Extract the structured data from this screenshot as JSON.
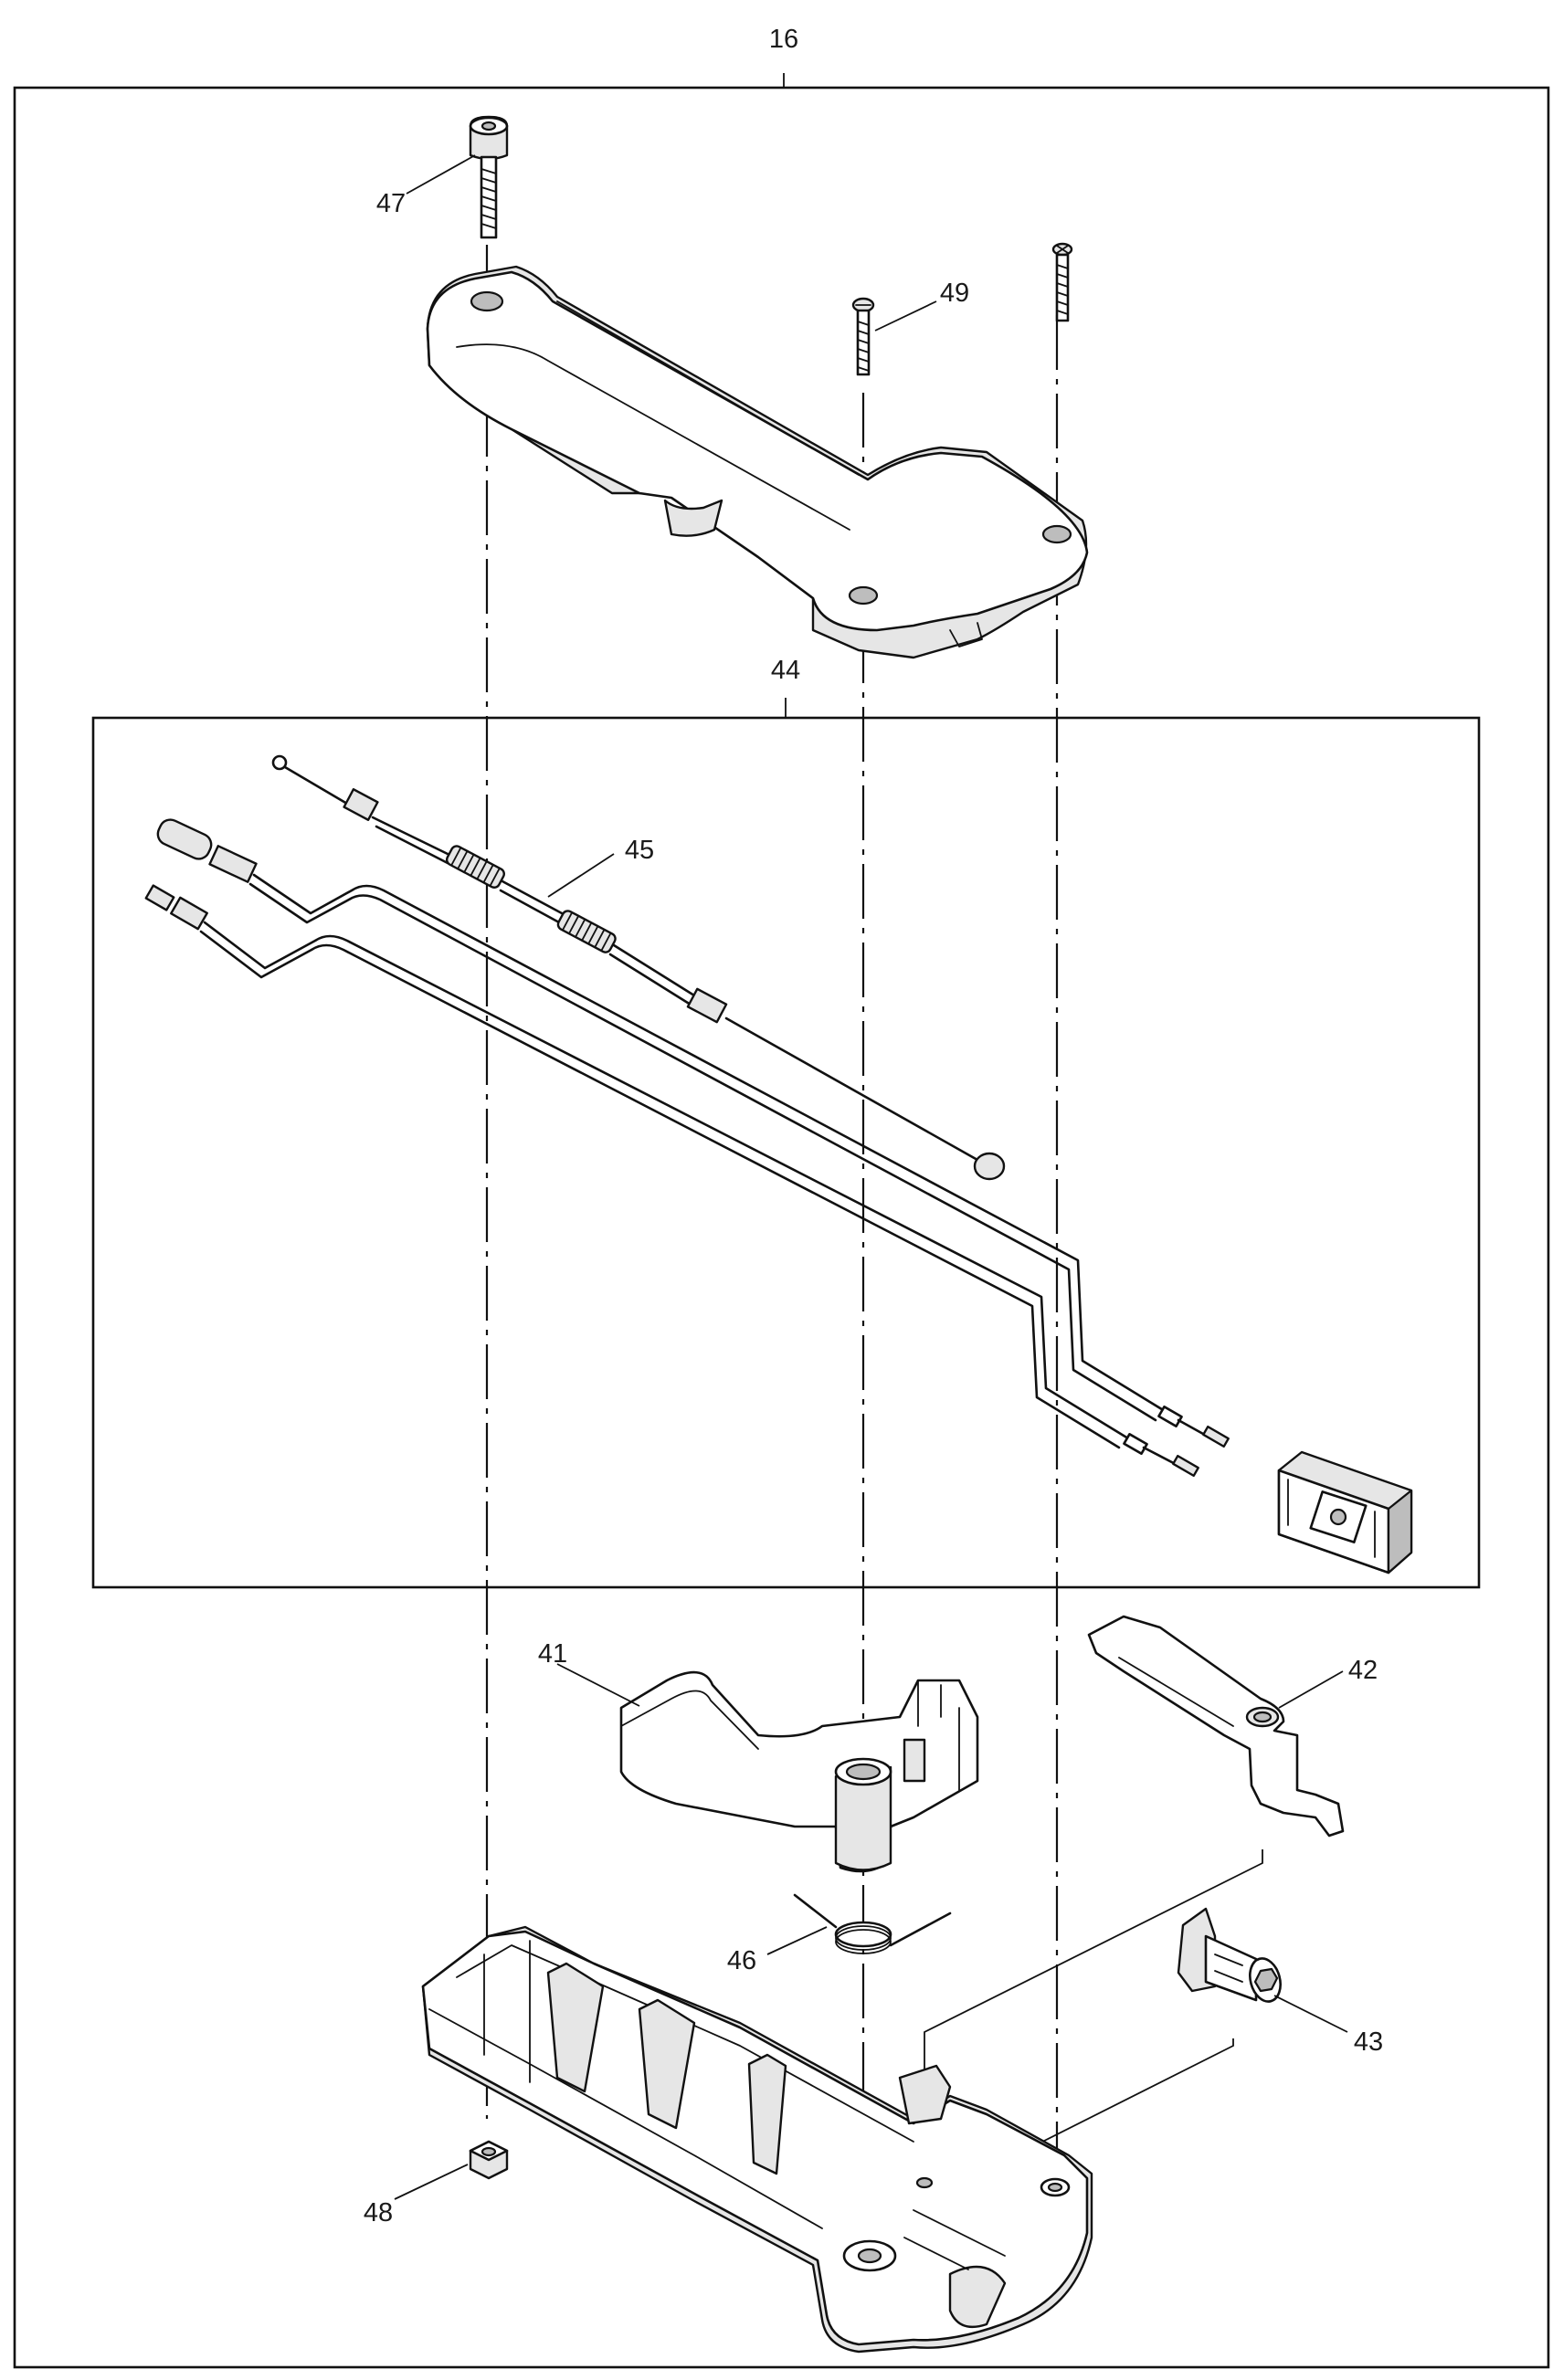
{
  "diagram": {
    "assembly_callout": "16",
    "subassembly_callout": "44",
    "parts": [
      {
        "id": "p41",
        "callout": "41"
      },
      {
        "id": "p42",
        "callout": "42"
      },
      {
        "id": "p43",
        "callout": "43"
      },
      {
        "id": "p45",
        "callout": "45"
      },
      {
        "id": "p46",
        "callout": "46"
      },
      {
        "id": "p47",
        "callout": "47"
      },
      {
        "id": "p48",
        "callout": "48"
      },
      {
        "id": "p49",
        "callout": "49"
      }
    ]
  }
}
